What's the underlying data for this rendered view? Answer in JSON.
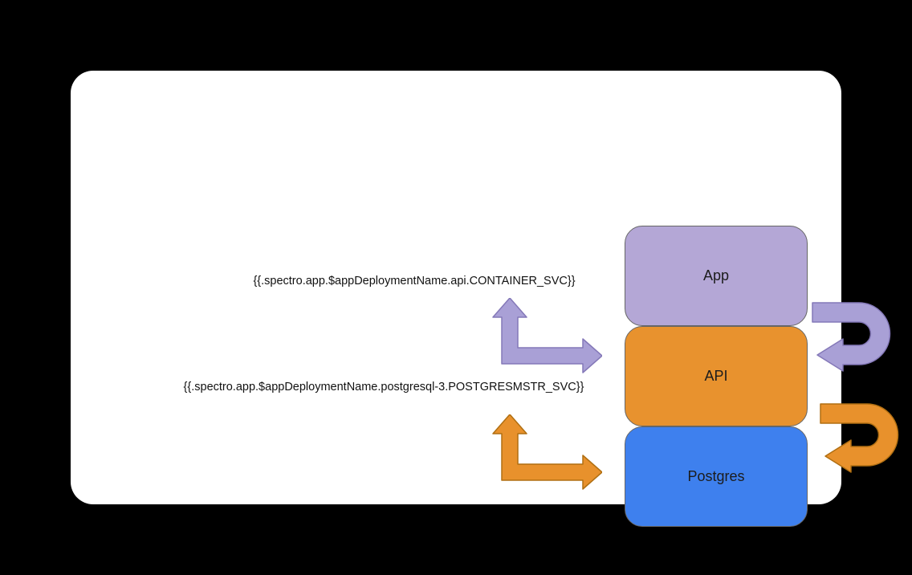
{
  "diagram": {
    "page_bg": "#000000",
    "card_bg": "#ffffff",
    "boxes": [
      {
        "label": "App",
        "fill": "#b4a7d6",
        "stroke": "#666666"
      },
      {
        "label": "API",
        "fill": "#e8922e",
        "stroke": "#666666"
      },
      {
        "label": "Postgres",
        "fill": "#3e80ee",
        "stroke": "#666666"
      }
    ],
    "service_labels": [
      {
        "text": "{{.spectro.app.$appDeploymentName.api.CONTAINER_SVC}}"
      },
      {
        "text": "{{.spectro.app.$appDeploymentName.postgresql-3.POSTGRESMSTR_SVC}}"
      }
    ],
    "arrows": {
      "purple": {
        "fill": "#a9a0d6",
        "stroke": "#8478b8"
      },
      "orange": {
        "fill": "#e8912c",
        "stroke": "#b06f12"
      }
    }
  }
}
